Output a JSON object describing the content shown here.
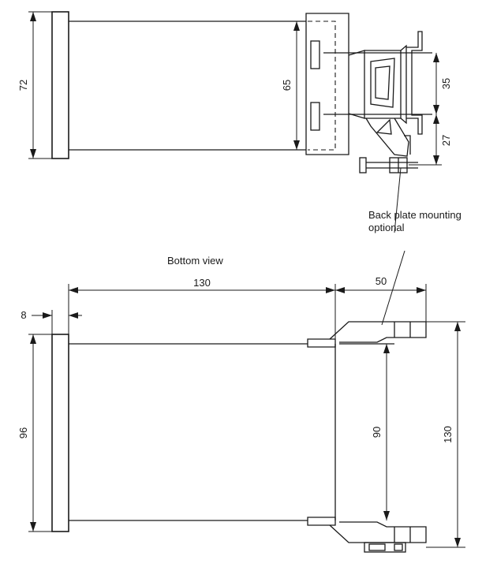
{
  "top_view": {
    "dim_height": "72",
    "dim_inner": "65",
    "dim_35": "35",
    "dim_27": "27",
    "note_line1": "Back plate mounting",
    "note_line2": "optional"
  },
  "bottom_view": {
    "title": "Bottom view",
    "dim_length": "130",
    "dim_clamp": "50",
    "dim_front": "8",
    "dim_height": "96",
    "dim_inner": "90",
    "dim_total": "130"
  }
}
